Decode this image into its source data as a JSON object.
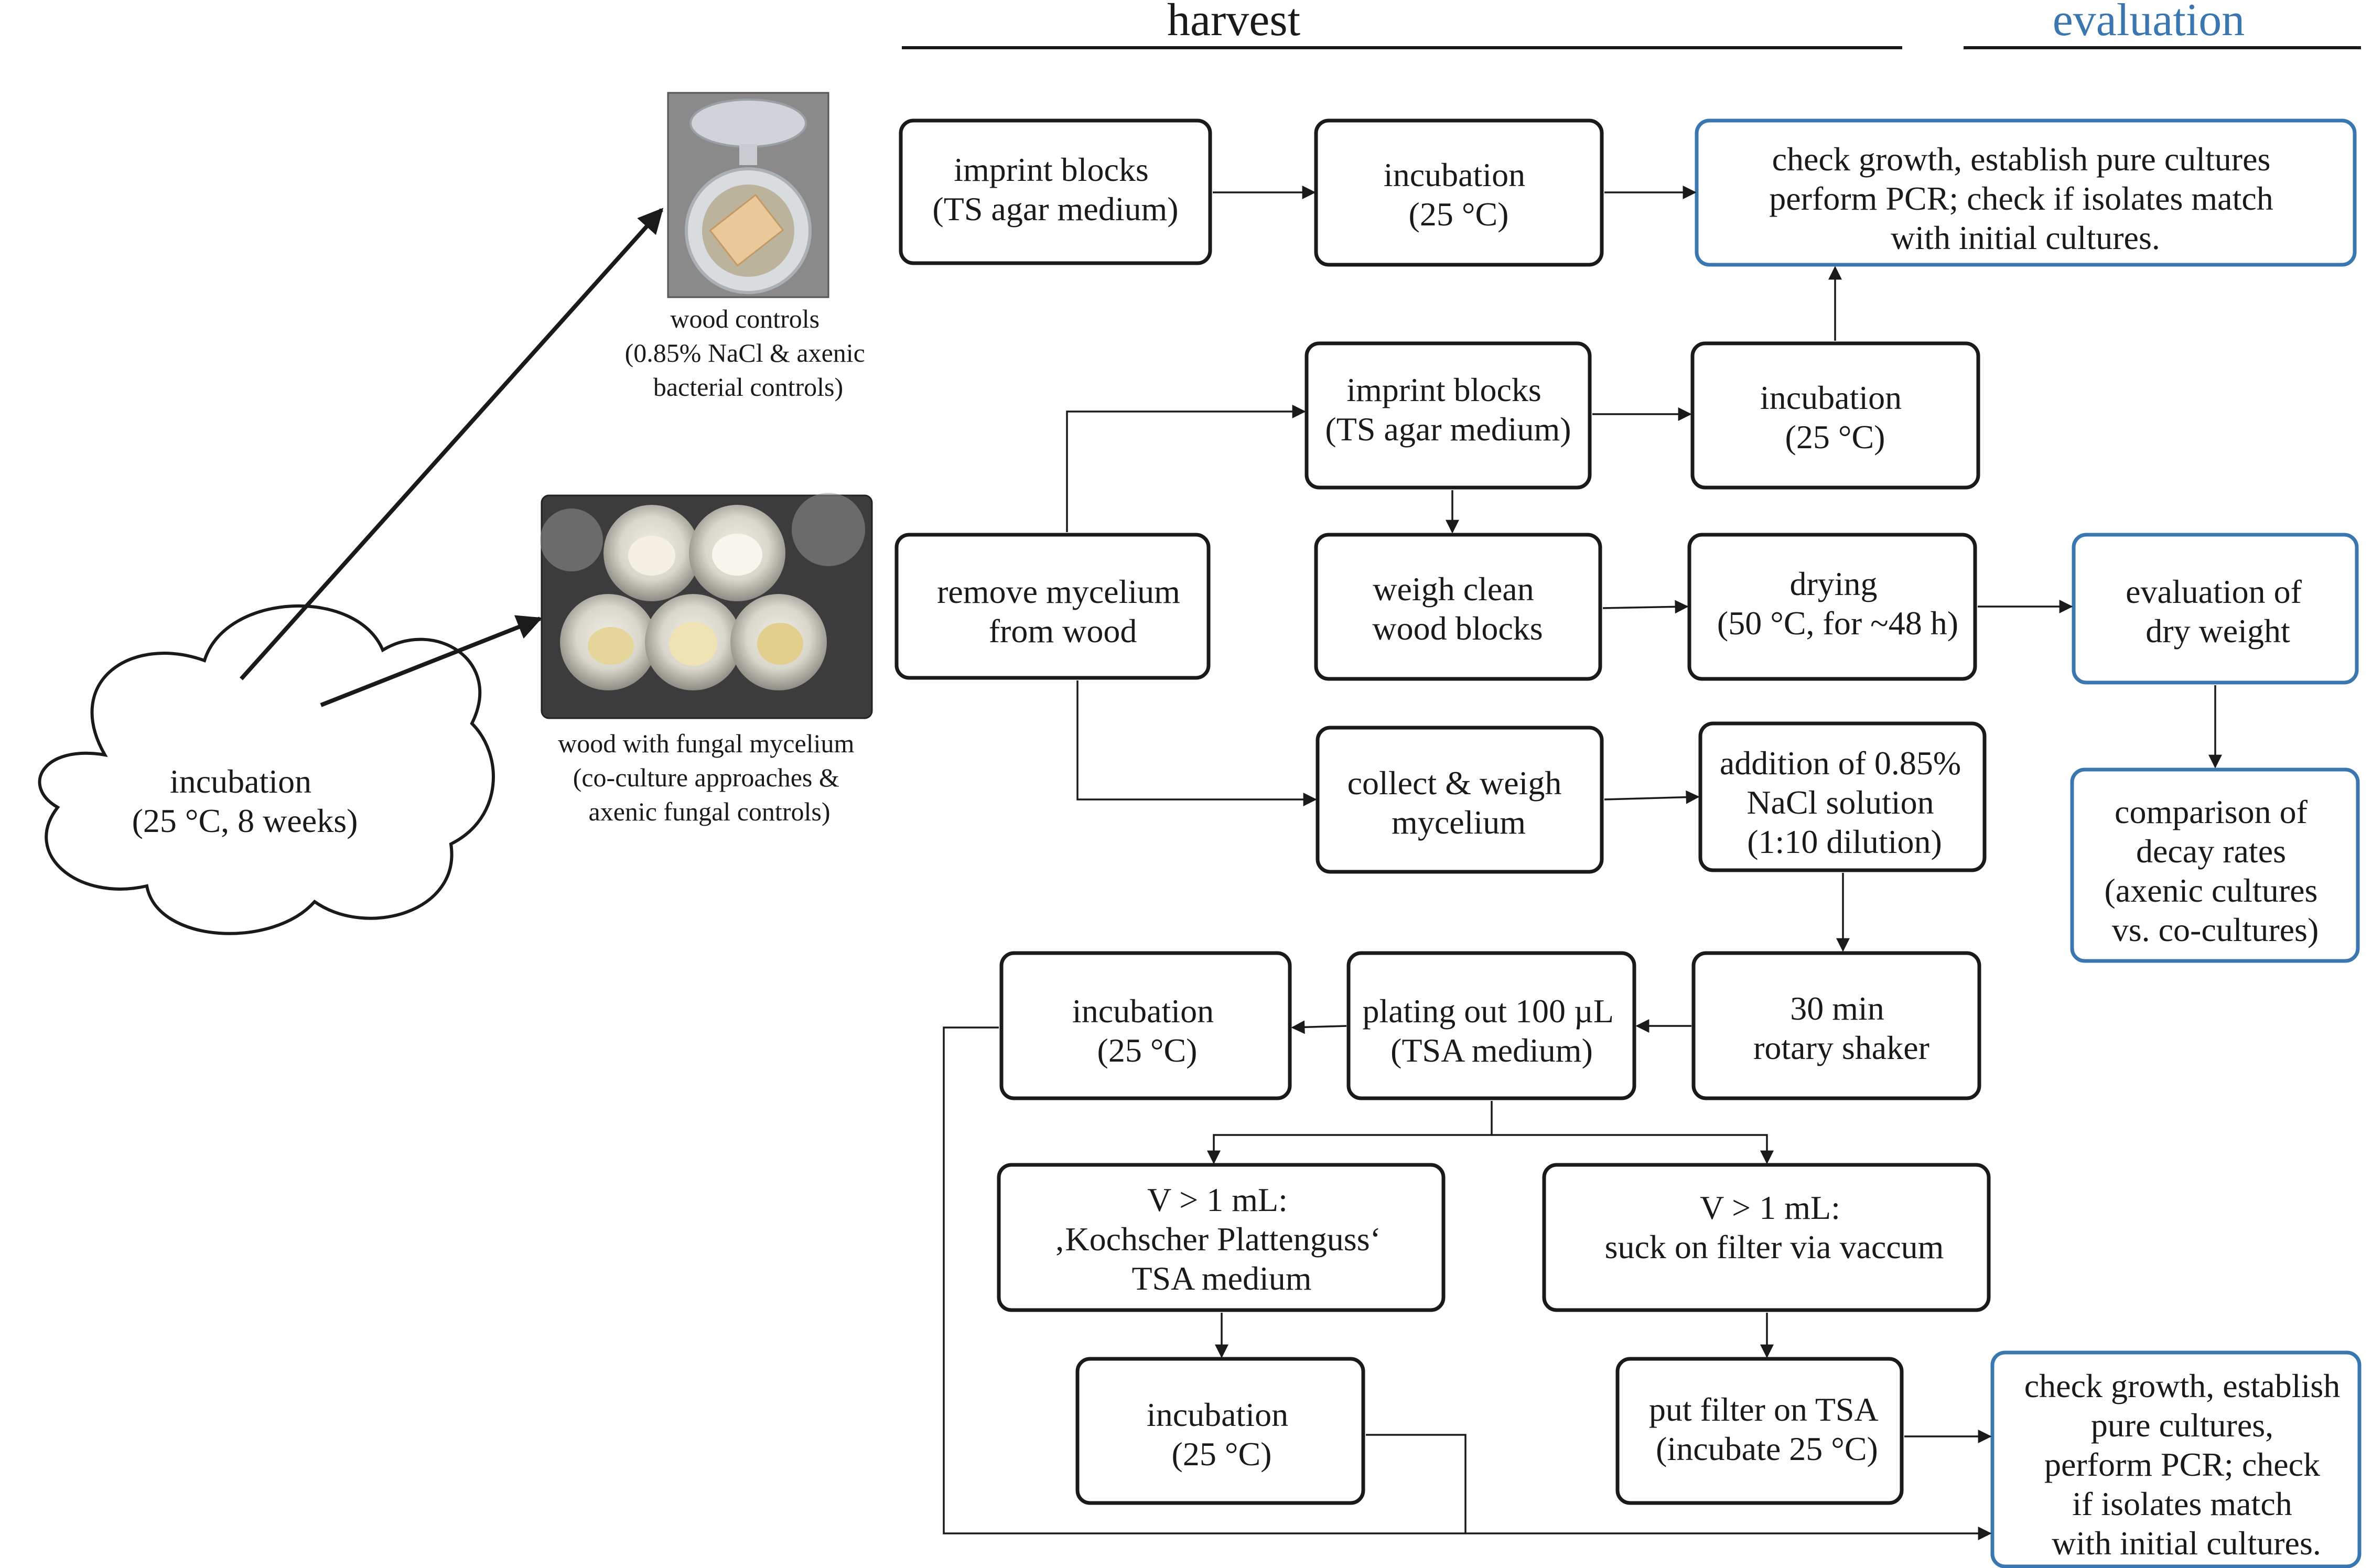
{
  "headers": {
    "harvest": "harvest",
    "evaluation": "evaluation"
  },
  "colors": {
    "stroke": "#1a1a1a",
    "evaluation_blue": "#3a77b0"
  },
  "cloud": {
    "line1": "incubation",
    "line2": "(25  °C, 8 weeks)"
  },
  "photos": {
    "wood_controls": {
      "icon": "wood-block-cup-photo",
      "caption": [
        "wood controls",
        "(0.85% NaCl & axenic",
        "bacterial controls)"
      ]
    },
    "fungal_mycelium": {
      "icon": "fungal-mycelium-cups-photo",
      "caption": [
        "wood with fungal mycelium",
        "(co-culture approaches &",
        "axenic fungal controls)"
      ]
    }
  },
  "boxes": {
    "imprint_top": [
      "imprint blocks",
      "(TS agar medium)"
    ],
    "incubation_top": [
      "incubation",
      "(25  °C)"
    ],
    "check_top": [
      "check growth, establish pure cultures",
      "perform PCR; check if isolates match",
      "with initial cultures."
    ],
    "imprint_mid": [
      "imprint blocks",
      "(TS agar medium)"
    ],
    "incubation_mid": [
      "incubation",
      "(25  °C)"
    ],
    "remove_mycelium": [
      "remove mycelium",
      "from wood"
    ],
    "weigh_clean": [
      "weigh clean",
      "wood blocks"
    ],
    "drying": [
      "drying",
      "(50  °C, for ~48 h)"
    ],
    "evaluation_dry": [
      "evaluation of",
      "dry weight"
    ],
    "collect_weigh": [
      "collect & weigh",
      "mycelium"
    ],
    "addition_nacl": [
      "addition of 0.85%",
      "NaCl solution",
      "(1:10 dilution)"
    ],
    "comparison": [
      "comparison of",
      "decay rates",
      "(axenic cultures",
      "vs. co-cultures)"
    ],
    "incubation_plating": [
      "incubation",
      "(25  °C)"
    ],
    "plating": [
      "plating out 100 µL",
      "(TSA medium)"
    ],
    "rotary": [
      "30 min",
      "rotary shaker"
    ],
    "koch": [
      "V > 1 mL:",
      "‚Kochscher Plattenguss‘",
      "TSA medium"
    ],
    "filter": [
      "V > 1 mL:",
      "suck on filter via vaccum"
    ],
    "incubation_bottom": [
      "incubation",
      "(25  °C)"
    ],
    "put_filter": [
      "put filter on TSA",
      "(incubate 25  °C)"
    ],
    "check_bottom": [
      "check growth, establish",
      "pure cultures,",
      "perform PCR; check",
      "if isolates match",
      "with initial cultures."
    ]
  }
}
